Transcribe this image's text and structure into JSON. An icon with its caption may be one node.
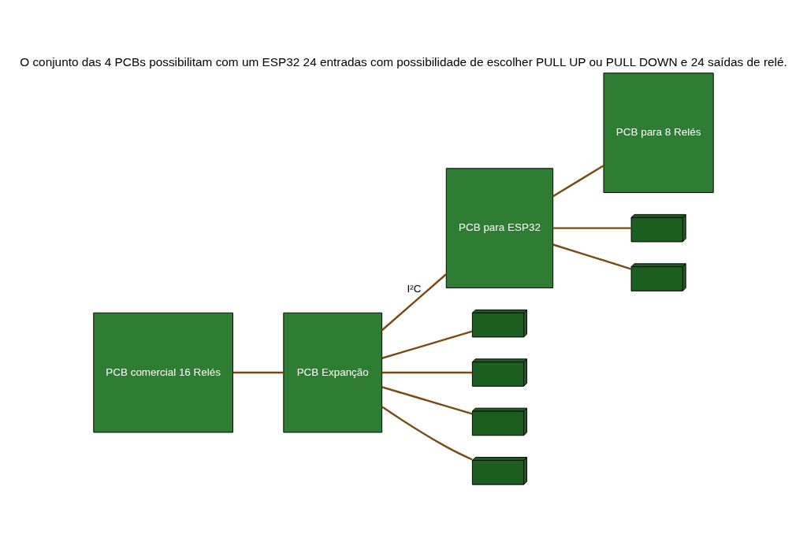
{
  "diagram": {
    "title": "O conjunto das 4 PCBs possibilitam com um ESP32 24 entradas com possibilidade de escolher PULL UP ou PULL DOWN e 24 saídas de relé.",
    "nodes": [
      {
        "text": [
          "PCB comercial 16 Relés"
        ]
      },
      {
        "text": [
          "PCB Expanção"
        ]
      },
      {
        "text": [
          "PCB para ESP32"
        ]
      },
      {
        "text": [
          "PCB para 8 Relés"
        ]
      },
      {
        "text": [],
        "shape": "picture"
      },
      {
        "text": [],
        "shape": "picture"
      },
      {
        "text": [],
        "shape": "picture"
      },
      {
        "text": [],
        "shape": "picture"
      },
      {
        "text": [],
        "shape": "picture"
      },
      {
        "text": [],
        "shape": "picture"
      }
    ],
    "edges": [
      {
        "from": 0,
        "to": 1,
        "arrow": "none"
      },
      {
        "from": 1,
        "to": 4,
        "arrow": "none"
      },
      {
        "from": 1,
        "to": 5,
        "arrow": "none"
      },
      {
        "from": 1,
        "to": 6,
        "arrow": "none"
      },
      {
        "from": 1,
        "to": 7,
        "arrow": "none"
      },
      {
        "from": 1,
        "to": 2,
        "arrow": "none",
        "label": "I²C"
      },
      {
        "from": 2,
        "to": 8,
        "arrow": "none"
      },
      {
        "from": 2,
        "to": 9,
        "arrow": "none"
      },
      {
        "from": 2,
        "to": 3,
        "arrow": "none"
      }
    ]
  }
}
